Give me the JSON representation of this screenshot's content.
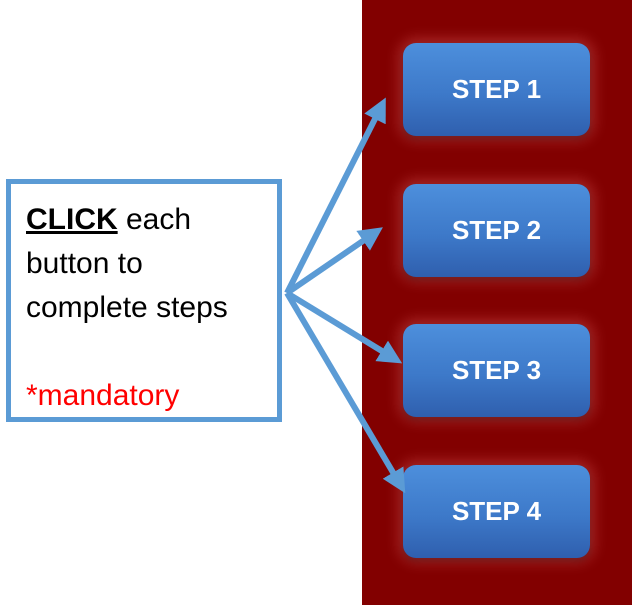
{
  "instruction": {
    "emphasis": "CLICK",
    "line1_rest": " each",
    "line2": "button to",
    "line3": "complete steps",
    "required_note": "*mandatory"
  },
  "steps": {
    "step1": "STEP 1",
    "step2": "STEP 2",
    "step3": "STEP 3",
    "step4": "STEP 4"
  },
  "colors": {
    "panel_background": "#820000",
    "button_blue": "#3d79c9",
    "box_border": "#5b9bd5",
    "arrow": "#5b9bd5",
    "mandatory_text": "#ff0000"
  },
  "icons": [
    "arrow-icon"
  ]
}
